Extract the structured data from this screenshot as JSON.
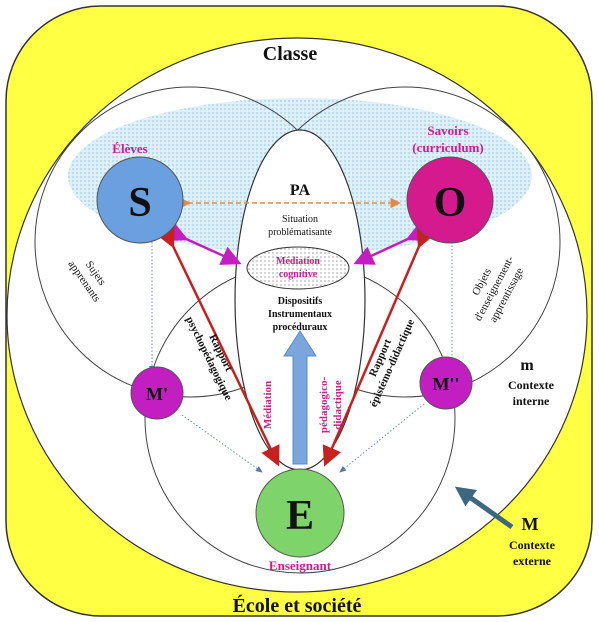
{
  "outer_label": "École et société",
  "classe_label": "Classe",
  "pa_label": "PA",
  "situation": [
    "Situation",
    "problématisante"
  ],
  "mediation_cognitive": [
    "Médiation",
    "cognitive"
  ],
  "dispositifs": [
    "Dispositifs",
    "Instrumentaux",
    "procéduraux"
  ],
  "mediation_pedago": [
    "Médiation",
    "pédagogico-",
    "didactique"
  ],
  "eleves_label": "Élèves",
  "savoirs_label": [
    "Savoirs",
    "(curriculum)"
  ],
  "enseignant_label": "Enseignant",
  "node_s": "S",
  "node_o": "O",
  "node_e": "E",
  "node_m1": "M'",
  "node_m2": "M''",
  "sujets": [
    "Sujets",
    "apprenants"
  ],
  "objets": [
    "Objets",
    "d'enseignement-",
    "apprentissage"
  ],
  "rapport_psycho": [
    "Rapport",
    "psychopédagogique"
  ],
  "rapport_episteme": [
    "Rapport",
    "épistémo-didactique"
  ],
  "m_small": "m",
  "contexte_interne": [
    "Contexte",
    "interne"
  ],
  "m_big": "M",
  "contexte_externe": [
    "Contexte",
    "externe"
  ],
  "colors": {
    "outer_fill": "#ffff44",
    "s_fill": "#6a9fe0",
    "o_fill": "#d41a8c",
    "e_fill": "#7ed36a",
    "m_fill": "#c21ec2",
    "magenta_text": "#d41a8c",
    "red_arrow": "#c8201e",
    "blue_arrow": "#7aa6dd",
    "context_arrow": "#3d6680",
    "dotted_blue": "#b8dcef"
  }
}
